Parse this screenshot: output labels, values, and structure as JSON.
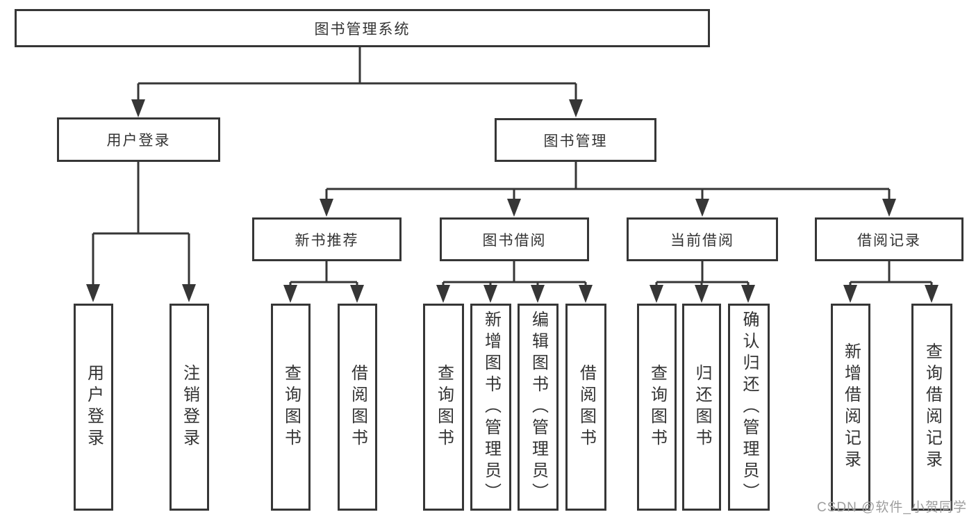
{
  "tree": {
    "root": {
      "label": "图书管理系统"
    },
    "branches": [
      {
        "label": "用户登录",
        "leaves": [
          {
            "label": "用户登录"
          },
          {
            "label": "注销登录"
          }
        ]
      },
      {
        "label": "图书管理",
        "groups": [
          {
            "label": "新书推荐",
            "leaves": [
              {
                "label": "查询图书"
              },
              {
                "label": "借阅图书"
              }
            ]
          },
          {
            "label": "图书借阅",
            "leaves": [
              {
                "label": "查询图书"
              },
              {
                "label": "新增图书（管理员）"
              },
              {
                "label": "编辑图书（管理员）"
              },
              {
                "label": "借阅图书"
              }
            ]
          },
          {
            "label": "当前借阅",
            "leaves": [
              {
                "label": "查询图书"
              },
              {
                "label": "归还图书"
              },
              {
                "label": "确认归还（管理员）"
              }
            ]
          },
          {
            "label": "借阅记录",
            "leaves": [
              {
                "label": "新增借阅记录"
              },
              {
                "label": "查询借阅记录"
              }
            ]
          }
        ]
      }
    ]
  },
  "watermark": {
    "text": "CSDN @软件_小贺同学"
  },
  "colors": {
    "line": "#363636",
    "text": "#333333",
    "background": "#ffffff",
    "watermark": "#9d9d9d"
  }
}
